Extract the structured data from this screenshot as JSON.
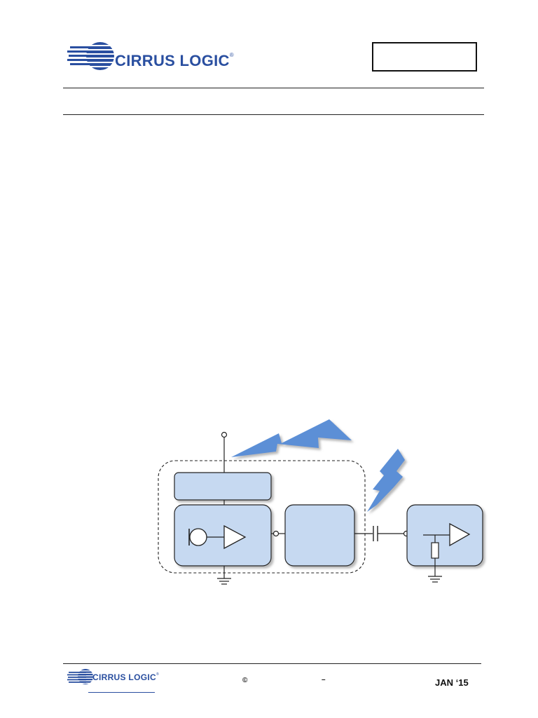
{
  "header": {
    "logo_text": "CIRRUS LOGIC",
    "reg_mark": "®"
  },
  "footer": {
    "logo_text": "CIRRUS LOGIC",
    "reg_mark": "®",
    "copyright_symbol": "©",
    "dash": "–",
    "date": "JAN ‘15"
  },
  "colors": {
    "brand_blue": "#2a4fa0",
    "block_fill": "#c6d9f1",
    "lightning_fill": "#5b8fd6"
  }
}
